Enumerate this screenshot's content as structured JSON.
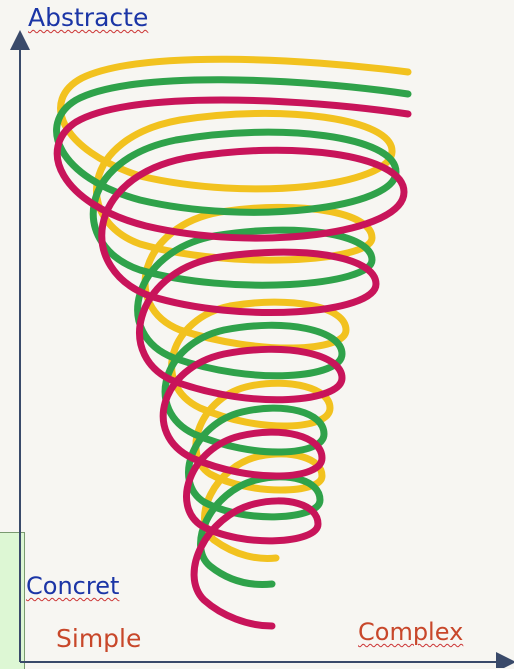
{
  "labels": {
    "top": "Abstracte",
    "concrete": "Concret",
    "simple": "Simple",
    "complex": "Complex"
  },
  "colors": {
    "yellow": "#f2c21f",
    "green": "#2fa24a",
    "magenta": "#c8145a",
    "axis": "#3a4a6a",
    "blue_text": "#1b35a6",
    "orange_text": "#c8472a"
  }
}
